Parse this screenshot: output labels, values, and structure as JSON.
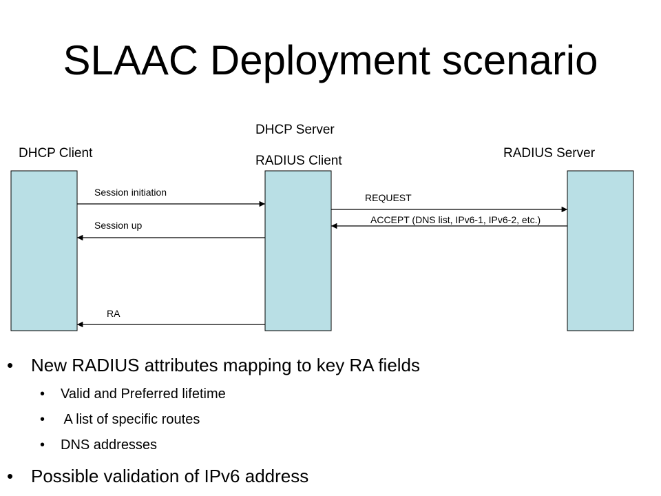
{
  "title": "SLAAC Deployment scenario",
  "nodes": {
    "dhcp_client": "DHCP Client",
    "dhcp_server": "DHCP Server",
    "radius_client": "RADIUS Client",
    "radius_server": "RADIUS Server"
  },
  "messages": {
    "session_initiation": "Session initiation",
    "session_up": "Session up",
    "ra": "RA",
    "request": "REQUEST",
    "accept": "ACCEPT (DNS list, IPv6-1, IPv6-2, etc.)"
  },
  "bullets": [
    {
      "text": "New RADIUS attributes mapping to key RA fields",
      "sub": [
        "Valid and Preferred lifetime",
        " A list of specific routes",
        "DNS addresses"
      ]
    },
    {
      "text": "Possible validation of IPv6 address",
      "sub": []
    }
  ],
  "colors": {
    "box_fill": "#b9dfe5",
    "box_stroke": "#000000",
    "arrow": "#000000"
  }
}
